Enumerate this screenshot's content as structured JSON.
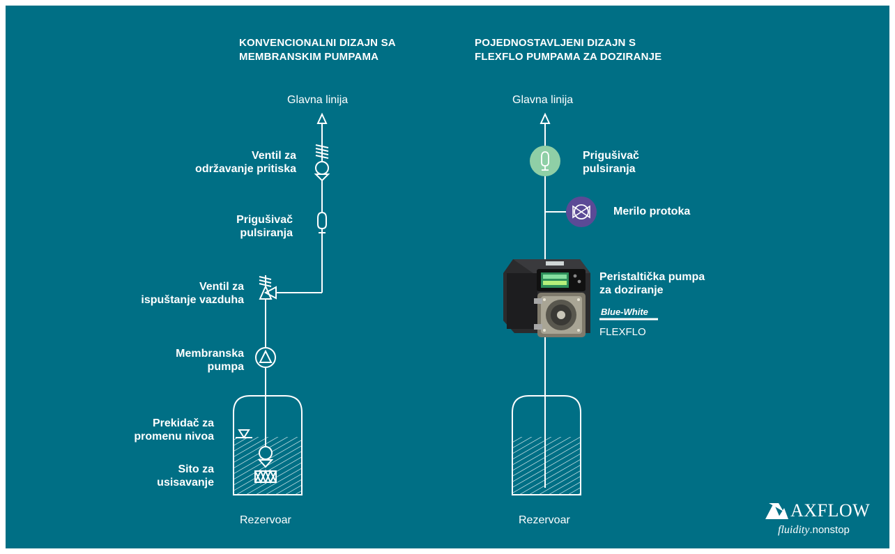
{
  "left": {
    "heading": "KONVENCIONALNI DIZAJN SA\nMEMBRANSKIM PUMPAMA",
    "main_line": "Glavna linija",
    "pressure_valve": "Ventil za\nodržavanje pritiska",
    "pulsation_damper": "Prigušivač\npulsiranja",
    "air_release_valve": "Ventil za\nispuštanje vazduha",
    "diaphragm_pump": "Membranska\npumpa",
    "level_switch": "Prekidač za\npromenu nivoa",
    "suction_strainer": "Sito za\nusisavanje",
    "tank": "Rezervoar"
  },
  "right": {
    "heading": "POJEDNOSTAVLJENI DIZAJN S\nFLEXFLO PUMPAMA ZA DOZIRANJE",
    "main_line": "Glavna linija",
    "pulsation_damper": "Prigušivač\npulsiranja",
    "flow_meter": "Merilo protoka",
    "peristaltic_pump": "Peristaltička pumpa\nza doziranje",
    "brand": "Blue-White",
    "product": "FLEXFLO",
    "tank": "Rezervoar"
  },
  "logo": {
    "word": "AXFLOW",
    "tagline_italic": "fluidity",
    "tagline_rest": ".nonstop"
  },
  "colors": {
    "background": "#006f85",
    "line": "#ffffff",
    "damper_fill": "#8fcfa6",
    "meter_fill": "#5b4a96"
  }
}
